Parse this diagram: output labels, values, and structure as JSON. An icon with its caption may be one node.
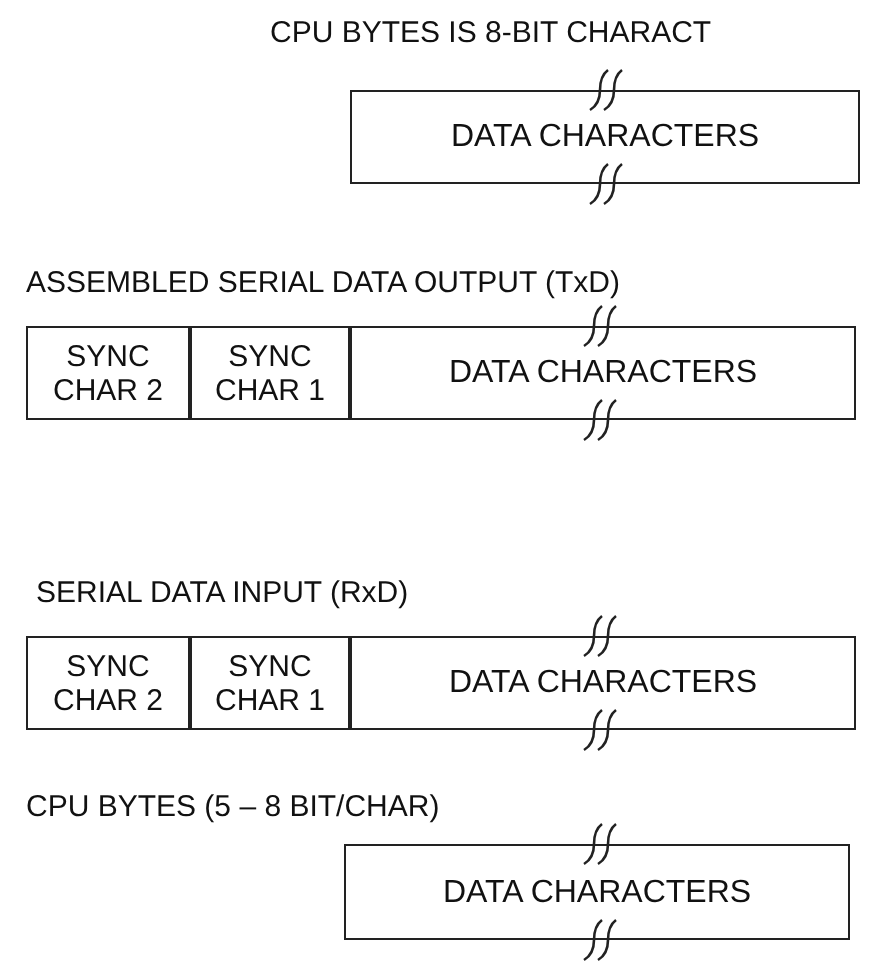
{
  "diagram": {
    "nodes": [
      {
        "text": [
          "DATA CHARACTERS"
        ]
      },
      {
        "text": [
          "SYNC CHAR 2"
        ]
      },
      {
        "text": [
          "SYNC CHAR 1"
        ]
      },
      {
        "text": [
          "DATA CHARACTERS"
        ]
      },
      {
        "text": [
          "SYNC CHAR 2"
        ]
      },
      {
        "text": [
          "SYNC CHAR 1"
        ]
      },
      {
        "text": [
          "DATA CHARACTERS"
        ]
      },
      {
        "text": [
          "DATA CHARACTERS"
        ]
      }
    ],
    "labels": [
      "CPU BYTES IS 8-BIT CHARACT",
      "ASSEMBLED SERIAL DATA OUTPUT (TxD)",
      "SERIAL DATA INPUT  (RxD)",
      "CPU BYTES (5 – 8 BIT/CHAR)"
    ]
  }
}
